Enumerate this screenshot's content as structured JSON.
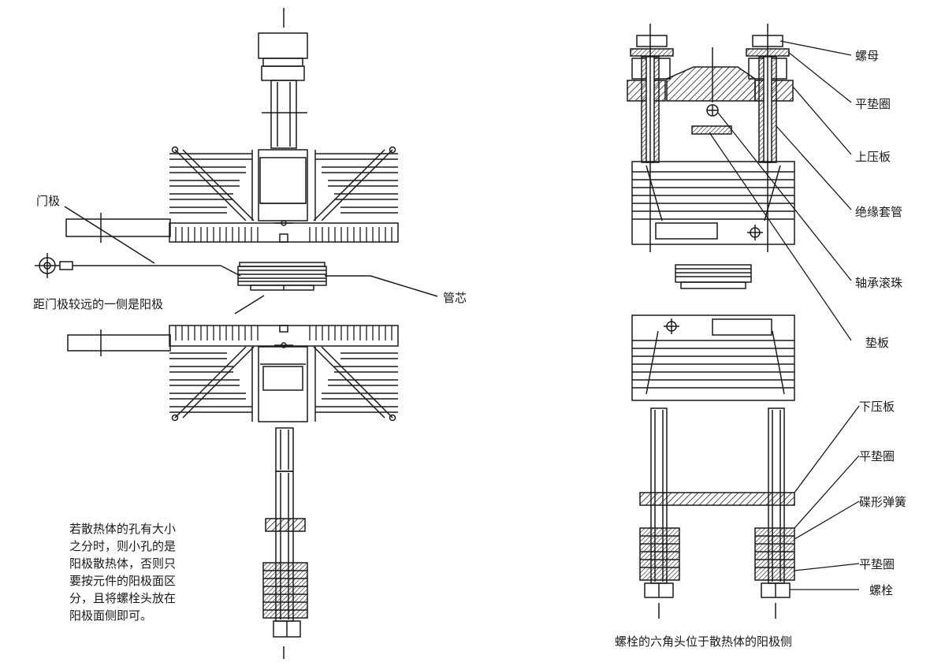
{
  "left": {
    "gate_label": "门极",
    "anode_note": "距门极较远的一侧是阳极",
    "core_label": "管芯",
    "hint_lines": [
      "若散热体的孔有大小",
      "之分时，则小孔的是",
      "阳极散热体，否则只",
      "要按元件的阳极面区",
      "分，且将螺栓头放在",
      "阳极面侧即可。"
    ]
  },
  "right": {
    "labels": [
      "螺母",
      "平垫圈",
      "上压板",
      "绝缘套管",
      "轴承滚珠",
      "垫板",
      "下压板",
      "平垫圈",
      "碟形弹簧",
      "平垫圈",
      "螺栓"
    ],
    "caption": "螺栓的六角头位于散热体的阳极侧"
  },
  "colors": {
    "line": "#1a1a1a",
    "background": "#ffffff"
  }
}
